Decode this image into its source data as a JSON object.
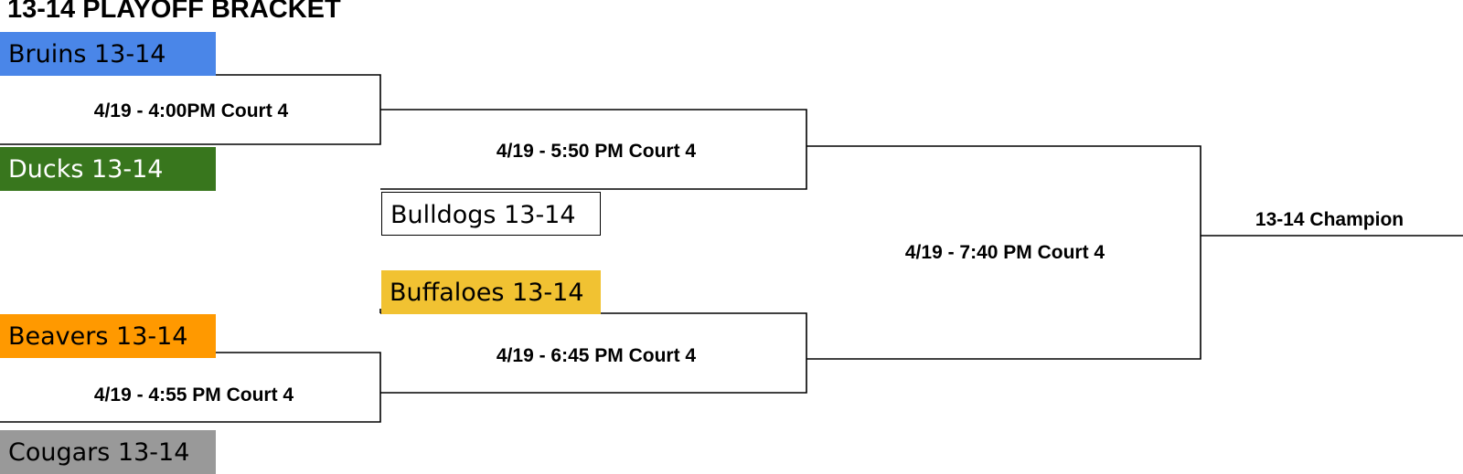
{
  "title": "13-14 PLAYOFF BRACKET",
  "teams": {
    "bruins": {
      "label": "Bruins 13-14",
      "bg": "#4a86e8",
      "fg": "#000000"
    },
    "ducks": {
      "label": "Ducks 13-14",
      "bg": "#38761d",
      "fg": "#ffffff"
    },
    "bulldogs": {
      "label": "Bulldogs 13-14",
      "bg": "#ffffff",
      "fg": "#000000"
    },
    "buffaloes": {
      "label": "Buffaloes 13-14",
      "bg": "#f1c232",
      "fg": "#000000"
    },
    "beavers": {
      "label": "Beavers 13-14",
      "bg": "#ff9900",
      "fg": "#000000"
    },
    "cougars": {
      "label": "Cougars 13-14",
      "bg": "#999999",
      "fg": "#000000"
    }
  },
  "games": {
    "game1": "4/19 - 4:00PM Court 4",
    "game2": "4/19 - 4:55 PM Court 4",
    "game3": "4/19 - 5:50 PM Court 4",
    "game4": "4/19 - 6:45 PM Court 4",
    "final": "4/19 - 7:40 PM Court 4"
  },
  "champion": "13-14 Champion"
}
